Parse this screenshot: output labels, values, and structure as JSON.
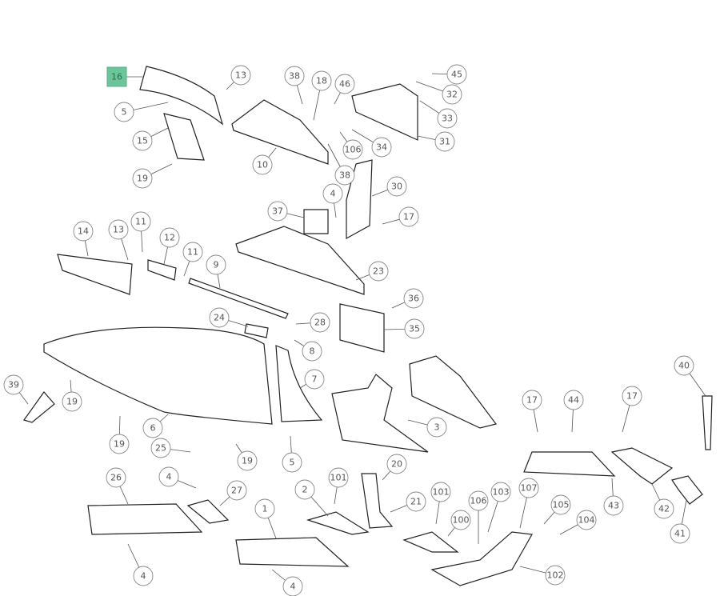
{
  "diagram": {
    "highlight_color": "#6cc49a",
    "callouts": [
      "16",
      "13",
      "5",
      "15",
      "19",
      "38",
      "18",
      "46",
      "45",
      "32",
      "33",
      "34",
      "106",
      "31",
      "10",
      "38",
      "30",
      "4",
      "37",
      "17",
      "14",
      "13",
      "11",
      "12",
      "11",
      "9",
      "23",
      "36",
      "35",
      "24",
      "28",
      "8",
      "40",
      "7",
      "39",
      "19",
      "17",
      "44",
      "17",
      "6",
      "3",
      "19",
      "25",
      "19",
      "5",
      "20",
      "4",
      "26",
      "101",
      "27",
      "2",
      "101",
      "107",
      "103",
      "106",
      "21",
      "43",
      "105",
      "42",
      "1",
      "100",
      "104",
      "41",
      "102",
      "4",
      "4"
    ],
    "highlighted": "16"
  }
}
